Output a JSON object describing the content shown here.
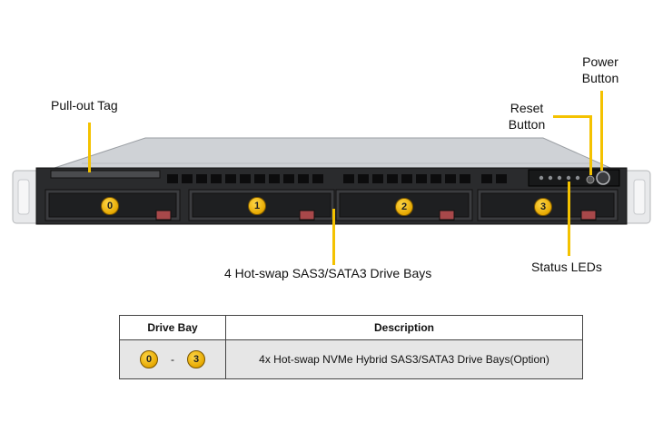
{
  "callouts": {
    "pullout_tag": "Pull-out Tag",
    "reset_button_line1": "Reset",
    "reset_button_line2": "Button",
    "power_button_line1": "Power",
    "power_button_line2": "Button",
    "drive_bays": "4 Hot-swap  SAS3/SATA3 Drive Bays",
    "status_leds": "Status  LEDs"
  },
  "bays": [
    "0",
    "1",
    "2",
    "3"
  ],
  "table": {
    "headers": [
      "Drive Bay",
      "Description"
    ],
    "row": {
      "range_start": "0",
      "range_sep": "-",
      "range_end": "3",
      "description": "4x Hot-swap NVMe Hybrid  SAS3/SATA3 Drive  Bays(Option)"
    }
  },
  "colors": {
    "badge": "#e6a800",
    "leader": "#f4c200",
    "table_row": "#e6e6e6"
  }
}
